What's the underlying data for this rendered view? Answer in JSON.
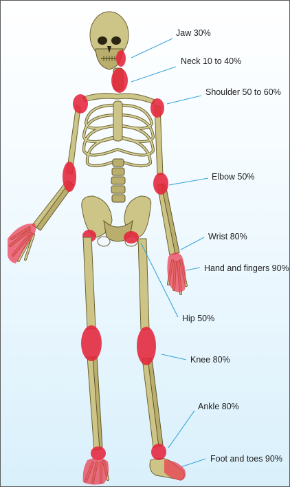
{
  "labels": {
    "jaw": "Jaw 30%",
    "neck": "Neck 10 to 40%",
    "shoulder": "Shoulder 50 to 60%",
    "elbow": "Elbow 50%",
    "wrist": "Wrist 80%",
    "hand": "Hand and fingers 90%",
    "hip": "Hip 50%",
    "knee": "Knee 80%",
    "ankle": "Ankle 80%",
    "foot": "Foot and toes 90%"
  },
  "colors": {
    "joint_highlight": "#e4243b",
    "bone": "#cdc487",
    "leader_line": "#3aa6d8",
    "background_bottom": "#d9f0fb"
  }
}
